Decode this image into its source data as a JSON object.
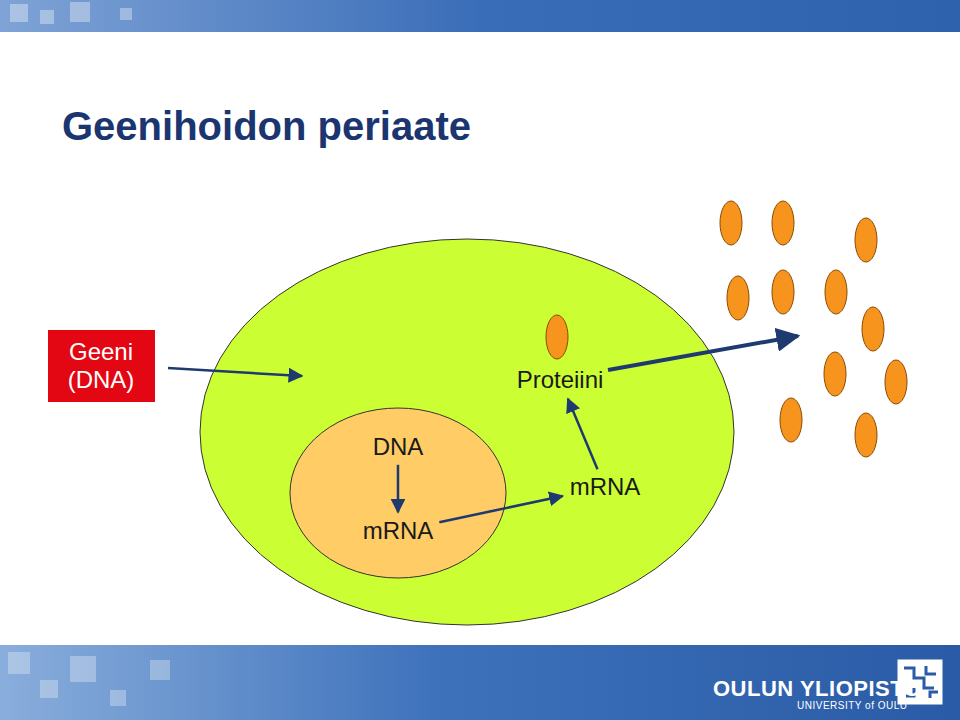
{
  "diagram": {
    "title": "Geenihoidon periaate",
    "nodes": [
      {
        "text": [
          "Geeni (DNA)"
        ]
      },
      {
        "text": [
          "DNA"
        ]
      },
      {
        "text": [
          "mRNA"
        ]
      },
      {
        "text": [
          "mRNA"
        ]
      },
      {
        "text": [
          "Proteiini"
        ]
      }
    ],
    "edges": [
      {
        "from": 1,
        "to": 2,
        "arrow": "to"
      },
      {
        "from": 2,
        "to": 3,
        "arrow": "to"
      },
      {
        "from": 3,
        "to": 4,
        "arrow": "to"
      }
    ],
    "labels": [
      "OULUN YLIOPISTO",
      "UNIVERSITY of OULU"
    ]
  }
}
